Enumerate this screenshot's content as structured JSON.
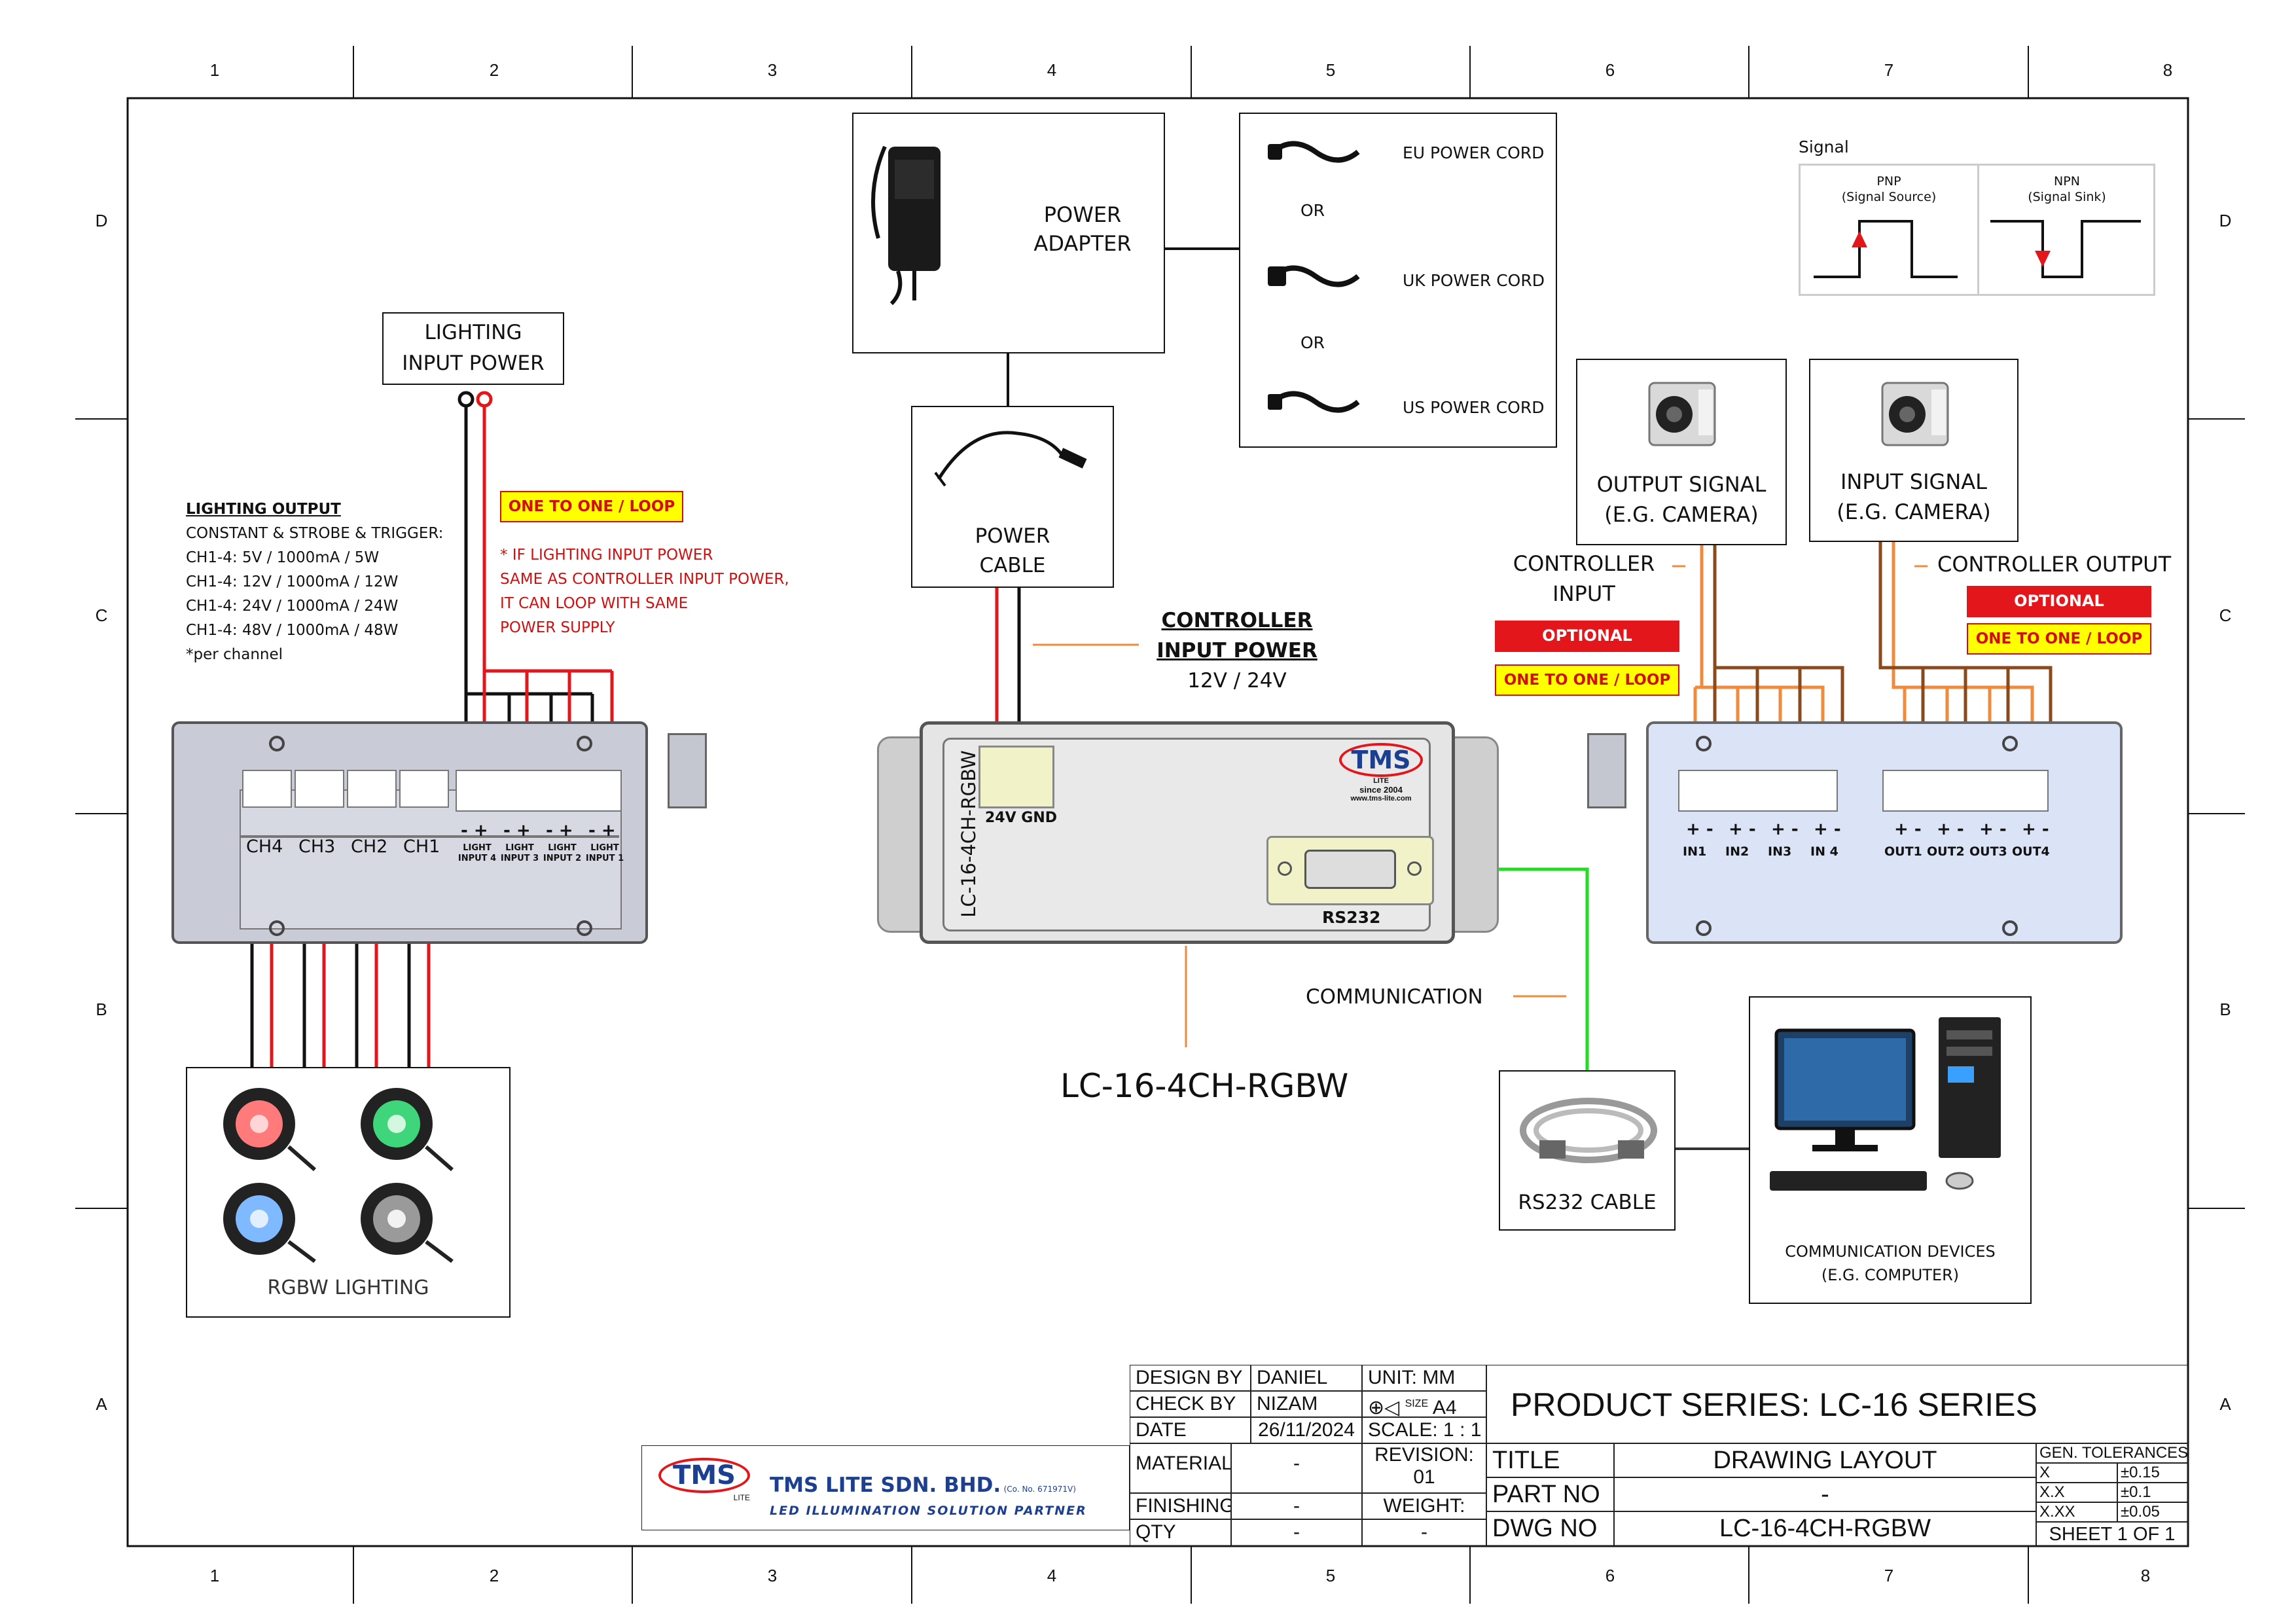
{
  "border": {
    "columns": [
      "1",
      "2",
      "3",
      "4",
      "5",
      "6",
      "7",
      "8"
    ],
    "rows": [
      "D",
      "C",
      "B",
      "A"
    ]
  },
  "power_adapter": {
    "label_line1": "POWER",
    "label_line2": "ADAPTER"
  },
  "power_cords": {
    "eu": "EU POWER CORD",
    "or1": "OR",
    "uk": "UK POWER CORD",
    "or2": "OR",
    "us": "US POWER CORD"
  },
  "signal_legend": {
    "title": "Signal",
    "pnp_title": "PNP",
    "pnp_sub": "(Signal Source)",
    "npn_title": "NPN",
    "npn_sub": "(Signal Sink)"
  },
  "lighting_input_power": {
    "line1": "LIGHTING",
    "line2": "INPUT POWER"
  },
  "power_cable": {
    "line1": "POWER",
    "line2": "CABLE"
  },
  "lighting_output": {
    "heading": "LIGHTING OUTPUT",
    "lines": [
      "CONSTANT & STROBE & TRIGGER:",
      "CH1-4: 5V / 1000mA / 5W",
      "CH1-4: 12V / 1000mA / 12W",
      "CH1-4: 24V / 1000mA / 24W",
      "CH1-4: 48V / 1000mA / 48W",
      "*per channel"
    ]
  },
  "loop_note": {
    "tag": "ONE TO ONE / LOOP",
    "lines": [
      "* IF LIGHTING INPUT POWER",
      "SAME AS CONTROLLER INPUT POWER,",
      "IT CAN LOOP WITH SAME",
      "POWER SUPPLY"
    ]
  },
  "controller_input_power": {
    "line1": "CONTROLLER",
    "line2": "INPUT POWER",
    "line3": "12V / 24V"
  },
  "cameras": {
    "output_line1": "OUTPUT SIGNAL",
    "output_line2": "(E.G. CAMERA)",
    "input_line1": "INPUT SIGNAL",
    "input_line2": "(E.G. CAMERA)"
  },
  "controller_io": {
    "input_line1": "CONTROLLER",
    "input_line2": "INPUT",
    "output": "CONTROLLER OUTPUT",
    "optional": "OPTIONAL",
    "one_to_one": "ONE TO ONE / LOOP"
  },
  "left_panel": {
    "channels": [
      "CH4",
      "CH3",
      "CH2",
      "CH1"
    ],
    "light_inputs": [
      [
        "LIGHT",
        "INPUT 4"
      ],
      [
        "LIGHT",
        "INPUT 3"
      ],
      [
        "LIGHT",
        "INPUT 2"
      ],
      [
        "LIGHT",
        "INPUT 1"
      ]
    ],
    "polarity": "- +"
  },
  "center_panel": {
    "model": "LC-16-4CH-RGBW",
    "terminal": "24V GND",
    "brand": "TMS",
    "brand_sub": "LITE",
    "since": "since 2004",
    "web": "www.tms-lite.com",
    "port": "RS232"
  },
  "right_panel": {
    "inputs": [
      "IN1",
      "IN2",
      "IN3",
      "IN 4"
    ],
    "outputs": [
      "OUT1",
      "OUT2",
      "OUT3",
      "OUT4"
    ],
    "polarity": "+ -"
  },
  "communication": "COMMUNICATION",
  "model_label": "LC-16-4CH-RGBW",
  "rs232_cable": "RS232 CABLE",
  "comm_devices": {
    "line1": "COMMUNICATION DEVICES",
    "line2": "(E.G. COMPUTER)"
  },
  "rgbw_lighting": "RGBW LIGHTING",
  "title_block": {
    "design_by_label": "DESIGN BY",
    "design_by": "DANIEL",
    "check_by_label": "CHECK BY",
    "check_by": "NIZAM",
    "date_label": "DATE",
    "date": "26/11/2024",
    "unit": "UNIT:  MM",
    "size_label": "SIZE",
    "size": "A4",
    "scale": "SCALE: 1 : 1",
    "material_label": "MATERIAL",
    "material": "-",
    "revision_label": "REVISION:",
    "revision": "01",
    "finishing_label": "FINISHING",
    "finishing": "-",
    "weight_label": "WEIGHT:",
    "weight": "-",
    "qty_label": "QTY",
    "qty": "-",
    "product_series": "PRODUCT SERIES: LC-16 SERIES",
    "title_label": "TITLE",
    "title": "DRAWING LAYOUT",
    "part_no_label": "PART NO",
    "part_no": "-",
    "dwg_no_label": "DWG NO",
    "dwg_no": "LC-16-4CH-RGBW",
    "tolerances_label": "GEN. TOLERANCES",
    "tolerances": [
      {
        "k": "X",
        "v": "±0.15"
      },
      {
        "k": "X.X",
        "v": "±0.1"
      },
      {
        "k": "X.XX",
        "v": "±0.05"
      }
    ],
    "sheet": "SHEET 1 OF 1"
  },
  "company": {
    "logo": "TMS",
    "logo_sub": "LITE",
    "name": "TMS LITE SDN. BHD.",
    "reg": "(Co. No. 671971V)",
    "tagline": "LED ILLUMINATION SOLUTION PARTNER"
  },
  "colors": {
    "red_wire": "#e3161b",
    "black_wire": "#111111",
    "orange_wire": "#f08a3c",
    "brown_wire": "#8a4a1c",
    "green_wire": "#22dd22",
    "leader": "#f08a3c"
  }
}
